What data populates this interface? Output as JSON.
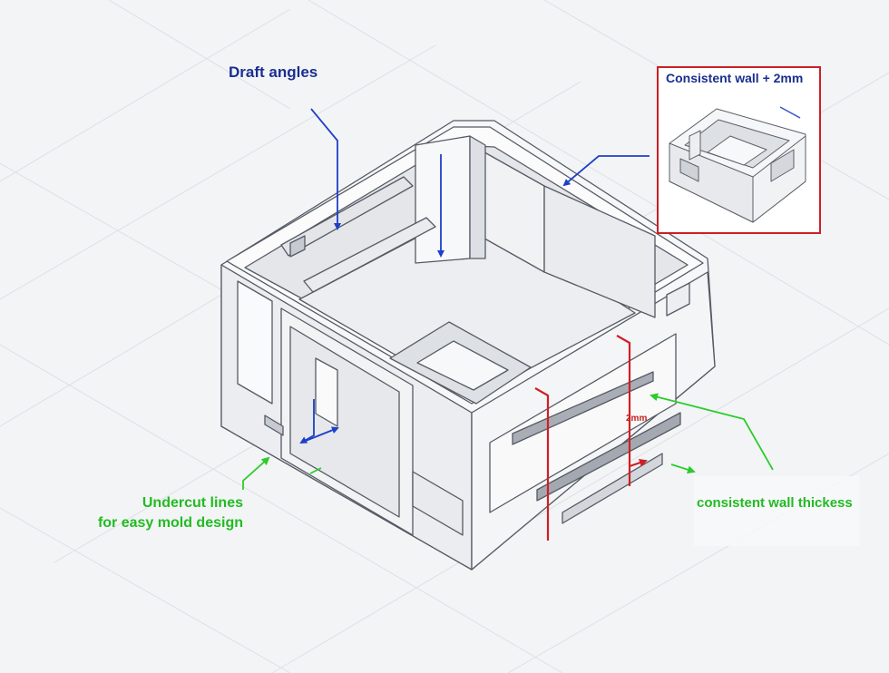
{
  "annotations": {
    "draft_angles": "Draft angles",
    "inset_title": "Consistent wall + 2mm",
    "undercut_line1": "Undercut lines",
    "undercut_line2": "for easy mold design",
    "consistent_wall": "consistent wall thickess",
    "dimension": "2mm"
  },
  "colors": {
    "blue_arrow": "#1e3fc8",
    "green_arrow": "#2ccc2c",
    "red_marker": "#d11f25",
    "inset_border": "#cc1f26",
    "outline": "#555a63"
  }
}
